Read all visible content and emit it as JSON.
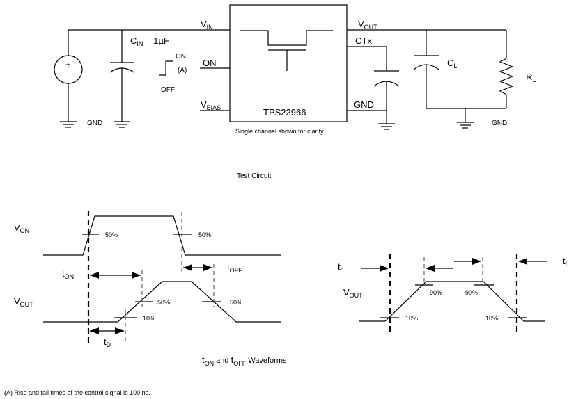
{
  "test_circuit": {
    "vin": {
      "main": "V",
      "sub": "IN"
    },
    "cin": {
      "pre": "C",
      "sub": "IN",
      "post": " = 1µF"
    },
    "source_plus": "+",
    "source_minus": "-",
    "on_state": "ON",
    "off_state": "OFF",
    "note_ref": "(A)",
    "pin_on": "ON",
    "pin_vbias": {
      "main": "V",
      "sub": "BIAS"
    },
    "chip_name": "TPS22966",
    "vout": {
      "main": "V",
      "sub": "OUT"
    },
    "pin_ctx": "CTx",
    "pin_gnd": "GND",
    "cl": {
      "main": "C",
      "sub": "L"
    },
    "rl": {
      "main": "R",
      "sub": "L"
    },
    "gnd_left": "GND",
    "gnd_right": "GND",
    "clarity_note": "Single channel shown for clarity.",
    "caption": "Test Circuit"
  },
  "waveforms": {
    "von": {
      "main": "V",
      "sub": "ON"
    },
    "vout": {
      "main": "V",
      "sub": "OUT"
    },
    "pct_50_a": "50%",
    "pct_50_b": "50%",
    "pct_50_c": "50%",
    "pct_50_d": "50%",
    "pct_10_a": "10%",
    "ton": {
      "main": "t",
      "sub": "ON"
    },
    "toff": {
      "main": "t",
      "sub": "OFF"
    },
    "td": {
      "main": "t",
      "sub": "D"
    },
    "tr": {
      "main": "t",
      "sub": "r"
    },
    "tf": {
      "main": "t",
      "sub": "f"
    },
    "vout_right": {
      "main": "V",
      "sub": "OUT"
    },
    "pct_90_a": "90%",
    "pct_90_b": "90%",
    "pct_10_b": "10%",
    "pct_10_c": "10%",
    "caption": {
      "t1": "t",
      "s1": "ON",
      "mid": " and ",
      "t2": "t",
      "s2": "OFF",
      "tail": "  Waveforms"
    }
  },
  "footnote": "(A) Rise and fall times of the control signal is 100 ns."
}
